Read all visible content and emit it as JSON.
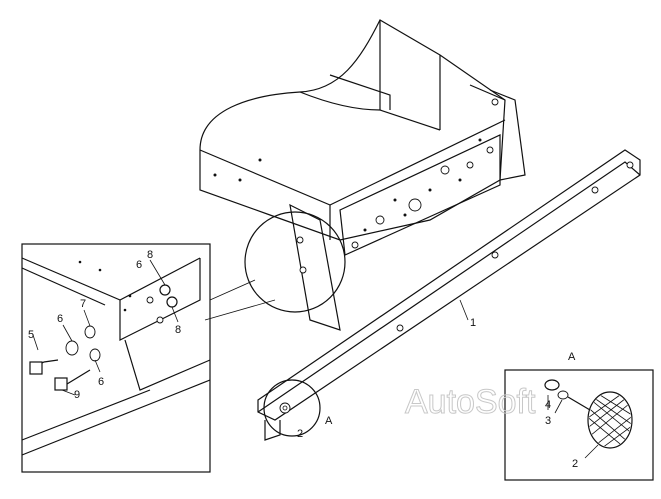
{
  "watermark": "AutoSoft",
  "callouts": {
    "main_part_1": "1",
    "main_part_2": "2",
    "main_view_ref": "A",
    "detail_left": {
      "p5": "5",
      "p6a": "6",
      "p6b": "6",
      "p6c": "6",
      "p7": "7",
      "p8a": "8",
      "p8b": "8",
      "p9": "9"
    },
    "detail_right": {
      "title": "A",
      "p4": "4",
      "p3": "3",
      "p2": "2"
    }
  }
}
